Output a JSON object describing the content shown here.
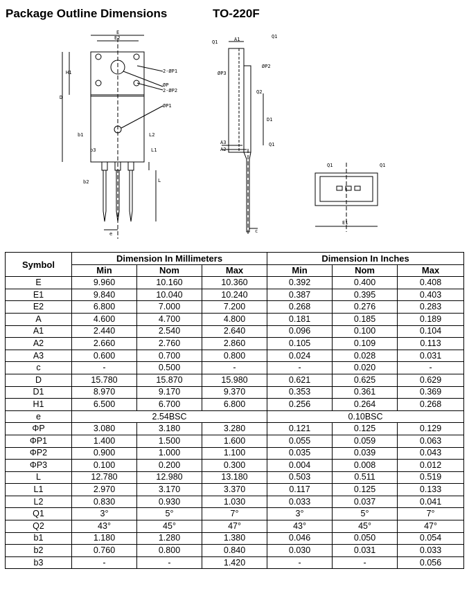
{
  "header": {
    "title": "Package Outline Dimensions",
    "package": "TO-220F"
  },
  "drawing": {
    "front_labels": [
      "E",
      "E2",
      "H1",
      "D",
      "2-ØP1",
      "ØP",
      "2-ØP2",
      "ØP1",
      "b1",
      "L2",
      "b3",
      "L1",
      "b2",
      "L",
      "e"
    ],
    "side_labels": [
      "Q1",
      "A1",
      "ØP3",
      "ØP2",
      "Q2",
      "D1",
      "A3",
      "A2",
      "c",
      "Q1",
      "Q1"
    ],
    "bottom_labels": [
      "Q1",
      "Q1",
      "E1"
    ]
  },
  "table": {
    "symbol_header": "Symbol",
    "mm_header": "Dimension In Millimeters",
    "in_header": "Dimension In Inches",
    "sub_headers": [
      "Min",
      "Nom",
      "Max",
      "Min",
      "Nom",
      "Max"
    ],
    "rows": [
      {
        "sym": "E",
        "v": [
          "9.960",
          "10.160",
          "10.360",
          "0.392",
          "0.400",
          "0.408"
        ]
      },
      {
        "sym": "E1",
        "v": [
          "9.840",
          "10.040",
          "10.240",
          "0.387",
          "0.395",
          "0.403"
        ]
      },
      {
        "sym": "E2",
        "v": [
          "6.800",
          "7.000",
          "7.200",
          "0.268",
          "0.276",
          "0.283"
        ]
      },
      {
        "sym": "A",
        "v": [
          "4.600",
          "4.700",
          "4.800",
          "0.181",
          "0.185",
          "0.189"
        ]
      },
      {
        "sym": "A1",
        "v": [
          "2.440",
          "2.540",
          "2.640",
          "0.096",
          "0.100",
          "0.104"
        ]
      },
      {
        "sym": "A2",
        "v": [
          "2.660",
          "2.760",
          "2.860",
          "0.105",
          "0.109",
          "0.113"
        ]
      },
      {
        "sym": "A3",
        "v": [
          "0.600",
          "0.700",
          "0.800",
          "0.024",
          "0.028",
          "0.031"
        ]
      },
      {
        "sym": "c",
        "v": [
          "-",
          "0.500",
          "-",
          "-",
          "0.020",
          "-"
        ]
      },
      {
        "sym": "D",
        "v": [
          "15.780",
          "15.870",
          "15.980",
          "0.621",
          "0.625",
          "0.629"
        ]
      },
      {
        "sym": "D1",
        "v": [
          "8.970",
          "9.170",
          "9.370",
          "0.353",
          "0.361",
          "0.369"
        ]
      },
      {
        "sym": "H1",
        "v": [
          "6.500",
          "6.700",
          "6.800",
          "0.256",
          "0.264",
          "0.268"
        ]
      },
      {
        "sym": "e",
        "span": [
          "2.54BSC",
          "0.10BSC"
        ]
      },
      {
        "sym": "ΦP",
        "v": [
          "3.080",
          "3.180",
          "3.280",
          "0.121",
          "0.125",
          "0.129"
        ]
      },
      {
        "sym": "ΦP1",
        "v": [
          "1.400",
          "1.500",
          "1.600",
          "0.055",
          "0.059",
          "0.063"
        ]
      },
      {
        "sym": "ΦP2",
        "v": [
          "0.900",
          "1.000",
          "1.100",
          "0.035",
          "0.039",
          "0.043"
        ]
      },
      {
        "sym": "ΦP3",
        "v": [
          "0.100",
          "0.200",
          "0.300",
          "0.004",
          "0.008",
          "0.012"
        ]
      },
      {
        "sym": "L",
        "v": [
          "12.780",
          "12.980",
          "13.180",
          "0.503",
          "0.511",
          "0.519"
        ]
      },
      {
        "sym": "L1",
        "v": [
          "2.970",
          "3.170",
          "3.370",
          "0.117",
          "0.125",
          "0.133"
        ]
      },
      {
        "sym": "L2",
        "v": [
          "0.830",
          "0.930",
          "1.030",
          "0.033",
          "0.037",
          "0.041"
        ]
      },
      {
        "sym": "Q1",
        "v": [
          "3°",
          "5°",
          "7°",
          "3°",
          "5°",
          "7°"
        ]
      },
      {
        "sym": "Q2",
        "v": [
          "43°",
          "45°",
          "47°",
          "43°",
          "45°",
          "47°"
        ]
      },
      {
        "sym": "b1",
        "v": [
          "1.180",
          "1.280",
          "1.380",
          "0.046",
          "0.050",
          "0.054"
        ]
      },
      {
        "sym": "b2",
        "v": [
          "0.760",
          "0.800",
          "0.840",
          "0.030",
          "0.031",
          "0.033"
        ]
      },
      {
        "sym": "b3",
        "v": [
          "-",
          "-",
          "1.420",
          "-",
          "-",
          "0.056"
        ]
      }
    ]
  }
}
